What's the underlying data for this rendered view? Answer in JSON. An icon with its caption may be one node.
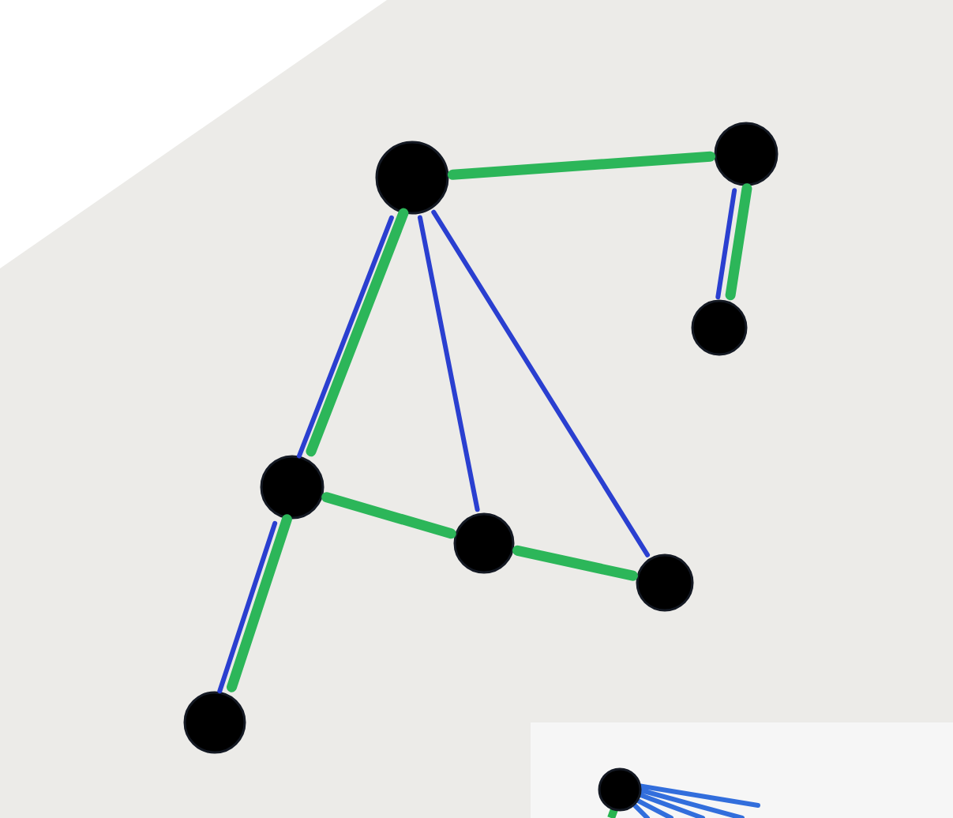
{
  "diagram": {
    "nodes": [
      {
        "text": [],
        "shape": "circle"
      },
      {
        "text": [],
        "shape": "circle"
      },
      {
        "text": [],
        "shape": "circle"
      },
      {
        "text": [],
        "shape": "circle"
      },
      {
        "text": [],
        "shape": "circle"
      },
      {
        "text": [],
        "shape": "circle"
      },
      {
        "text": [],
        "shape": "circle"
      },
      {
        "text": [],
        "shape": "circle"
      }
    ],
    "edges": [
      {
        "from": 0,
        "to": 1,
        "arrow": "none"
      },
      {
        "from": 1,
        "to": 2,
        "arrow": "none"
      },
      {
        "from": 1,
        "to": 2,
        "arrow": "none",
        "color": "#2a3fd0"
      },
      {
        "from": 0,
        "to": 3,
        "arrow": "none"
      },
      {
        "from": 0,
        "to": 3,
        "arrow": "none",
        "color": "#2a3fd0"
      },
      {
        "from": 0,
        "to": 4,
        "arrow": "none",
        "color": "#2a3fd0"
      },
      {
        "from": 0,
        "to": 5,
        "arrow": "none",
        "color": "#2a3fd0"
      },
      {
        "from": 3,
        "to": 4,
        "arrow": "none"
      },
      {
        "from": 4,
        "to": 5,
        "arrow": "none"
      },
      {
        "from": 3,
        "to": 6,
        "arrow": "none"
      },
      {
        "from": 3,
        "to": 6,
        "arrow": "none",
        "color": "#2a3fd0"
      }
    ]
  }
}
